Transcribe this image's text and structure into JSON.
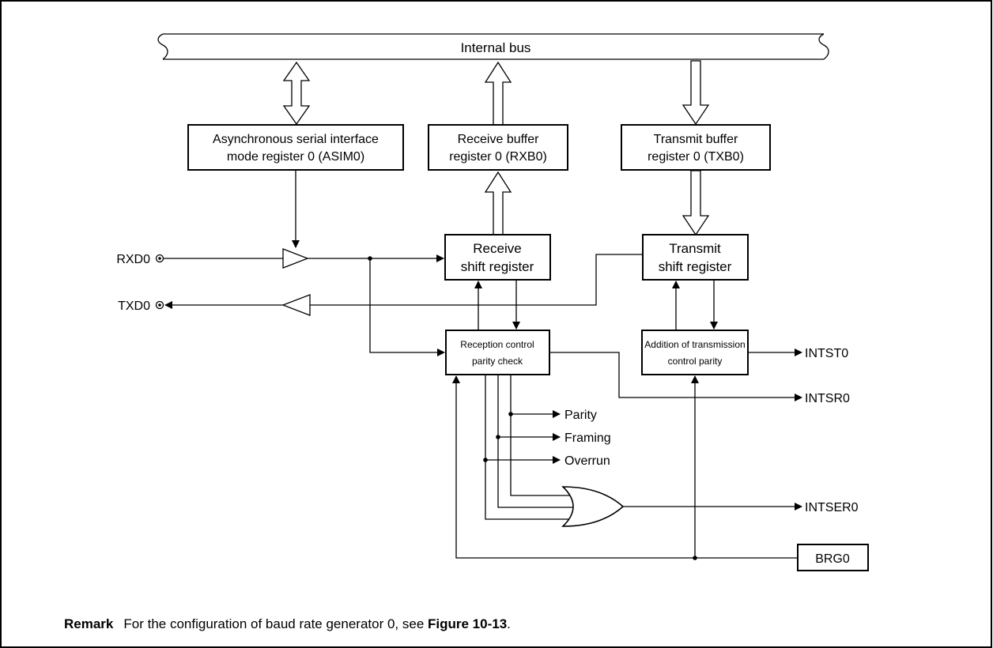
{
  "bus": {
    "label": "Internal bus"
  },
  "registers": {
    "asim0": {
      "line1": "Asynchronous serial interface",
      "line2": "mode register 0 (ASIM0)"
    },
    "rxb0": {
      "line1": "Receive buffer",
      "line2": "register 0 (RXB0)"
    },
    "txb0": {
      "line1": "Transmit buffer",
      "line2": "register 0 (TXB0)"
    },
    "rx_shift": {
      "line1": "Receive",
      "line2": "shift register"
    },
    "tx_shift": {
      "line1": "Transmit",
      "line2": "shift register"
    },
    "rx_control": {
      "line1": "Reception control",
      "line2": "parity check"
    },
    "tx_control": {
      "line1": "Addition of transmission",
      "line2": "control parity"
    },
    "brg0": {
      "label": "BRG0"
    }
  },
  "pins": {
    "rxd0": "RXD0",
    "txd0": "TXD0"
  },
  "signals": {
    "intst0": "INTST0",
    "intsr0": "INTSR0",
    "intser0": "INTSER0",
    "parity": "Parity",
    "framing": "Framing",
    "overrun": "Overrun"
  },
  "remark": {
    "label": "Remark",
    "text": "For the configuration of baud rate generator 0, see ",
    "figure_ref": "Figure 10-13",
    "end": "."
  }
}
